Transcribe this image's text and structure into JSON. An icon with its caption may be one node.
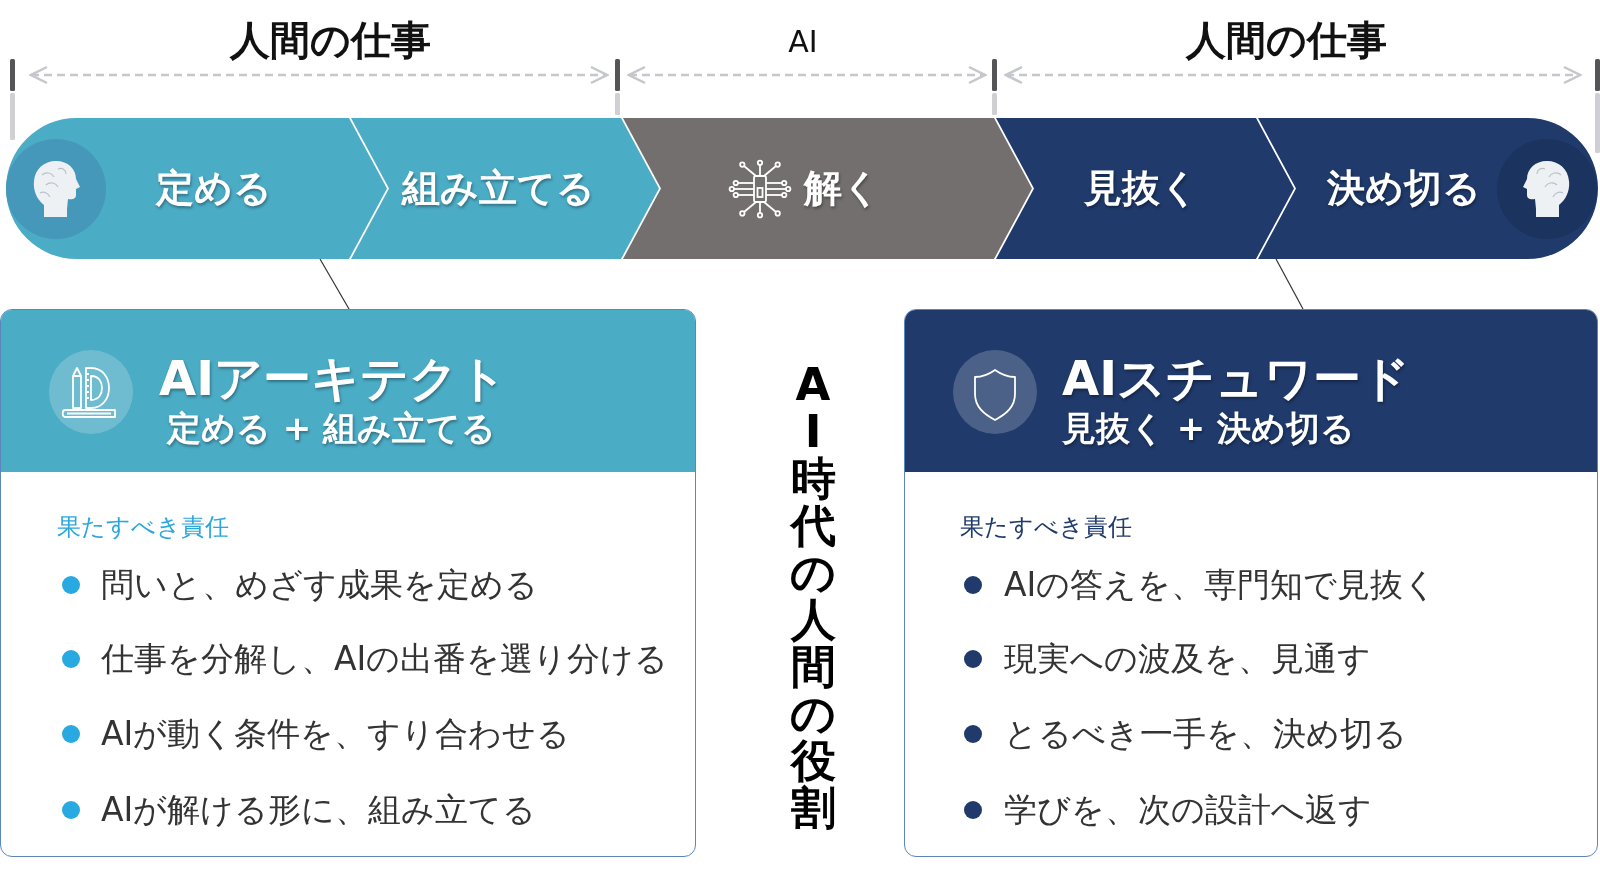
{
  "diagram": {
    "title": "AI時代の人間の役割",
    "nodes": [
      {
        "text": [
          "定める"
        ]
      },
      {
        "text": [
          "組み立てる"
        ]
      },
      {
        "text": [
          "解く"
        ]
      },
      {
        "text": [
          "見抜く"
        ]
      },
      {
        "text": [
          "決め切る"
        ]
      },
      {
        "text": [
          "AIアーキテクト",
          "定める + 組み立てる",
          "果たすべき責任",
          "問いと、めざす成果を定める",
          "仕事を分解し、AIの出番を選り分ける",
          "AIが動く条件を、すり合わせる",
          "AIが解ける形に、組み立てる"
        ]
      },
      {
        "text": [
          "AIスチュワード",
          "見抜く + 決め切る",
          "果たすべき責任",
          "AIの答えを、専門知で見抜く",
          "現実への波及を、見通す",
          "とるべき一手を、決め切る",
          "学びを、次の設計へ返す"
        ]
      }
    ],
    "edges": [
      {
        "from": 0,
        "to": 5,
        "arrow": "none"
      },
      {
        "from": 4,
        "to": 6,
        "arrow": "none"
      }
    ],
    "labels": [
      "人間の仕事",
      "AI",
      "人間の仕事"
    ]
  }
}
